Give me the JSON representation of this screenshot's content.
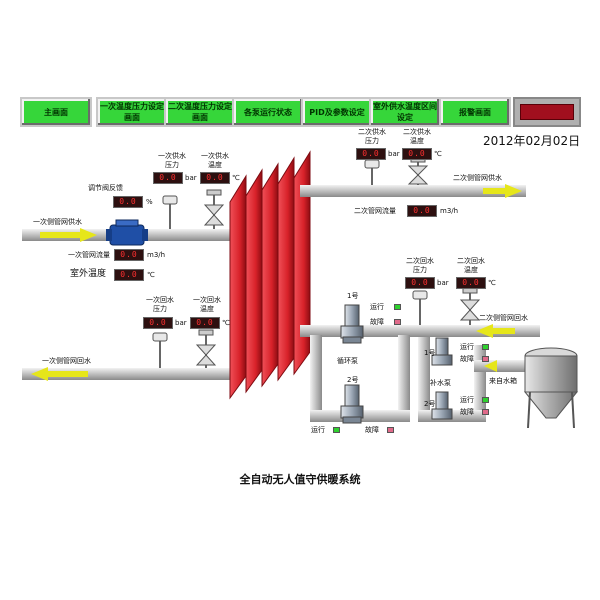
{
  "nav": {
    "buttons": [
      "主画面",
      "一次温度压力设定画面",
      "二次温度压力设定画面",
      "各泵运行状态",
      "PID及参数设定",
      "室外供水温度区间设定",
      "报警画面"
    ]
  },
  "header": {
    "date": "2012年02月02日"
  },
  "labels": {
    "primary_supply_pipe": "一次侧管网供水",
    "primary_return_pipe": "一次侧管网回水",
    "secondary_supply_pipe": "二次侧管网供水",
    "secondary_return_pipe": "二次侧管网回水",
    "valve_feedback": "调节阀反馈",
    "primary_supply_pressure": "一次供水压力",
    "primary_supply_temp": "一次供水温度",
    "primary_flow": "一次管网流量",
    "outdoor_temp": "室外温度",
    "primary_return_pressure": "一次回水压力",
    "primary_return_temp": "一次回水温度",
    "secondary_supply_pressure": "二次供水压力",
    "secondary_supply_temp": "二次供水温度",
    "secondary_flow": "二次管网流量",
    "secondary_return_pressure": "二次回水压力",
    "secondary_return_temp": "二次回水温度",
    "circ_pump": "循环泵",
    "makeup_pump": "补水泵",
    "pump_1": "1号",
    "pump_2": "2号",
    "running": "运行",
    "fault": "故障",
    "from_tank": "来自水箱"
  },
  "readings": {
    "valve_feedback": "0.0",
    "primary_supply_pressure": "0.0",
    "primary_supply_temp": "0.0",
    "primary_flow": "0.0",
    "outdoor_temp": "0.0",
    "primary_return_pressure": "0.0",
    "primary_return_temp": "0.0",
    "secondary_supply_pressure": "0.0",
    "secondary_supply_temp": "0.0",
    "secondary_flow": "0.0",
    "secondary_return_pressure": "0.0",
    "secondary_return_temp": "0.0"
  },
  "units": {
    "percent": "%",
    "bar": "bar",
    "celsius": "℃",
    "flow": "m3/h"
  },
  "colors": {
    "nav_button": "#36d63a",
    "exchanger": "#d8222a",
    "pipe": "#c7c7c7",
    "flow_arrow": "#e6e61a",
    "display_text": "#ff3030",
    "running_lamp": "#2fd12f",
    "fault_lamp": "#e06a8a",
    "alarm_lamp": "#a10f1e"
  },
  "caption": "全自动无人值守供暖系统"
}
